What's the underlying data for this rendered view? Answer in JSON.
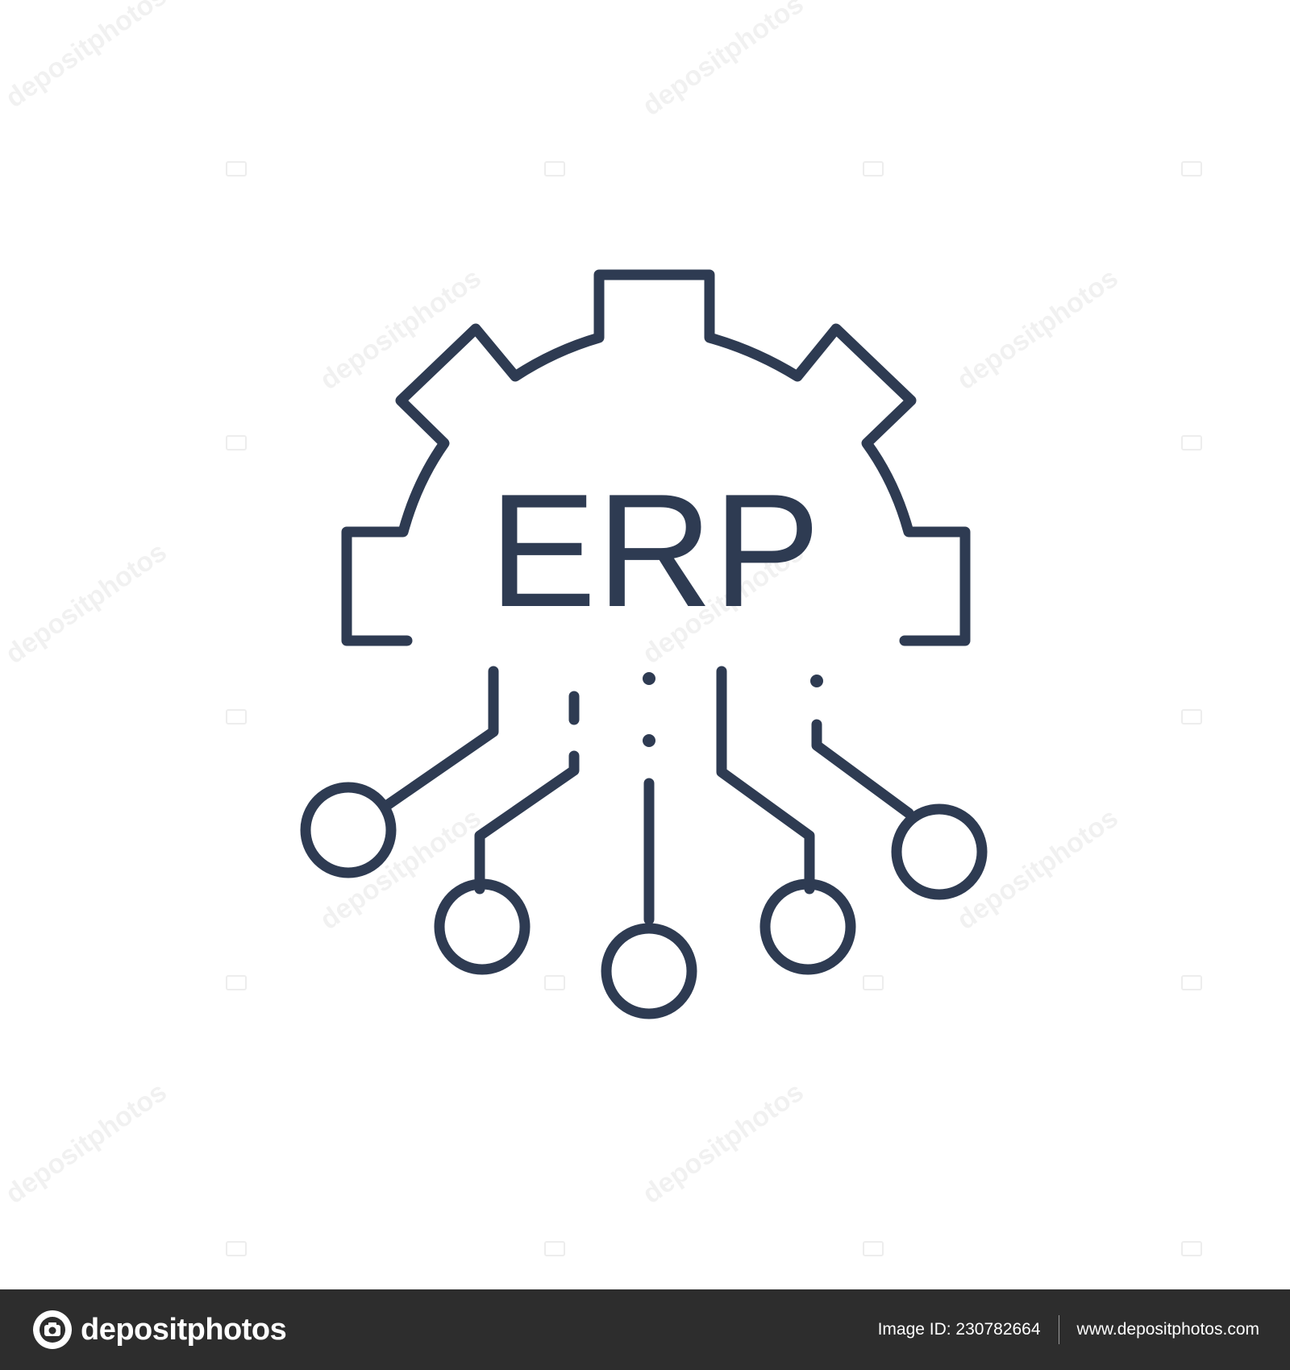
{
  "icon": {
    "label": "ERP",
    "stroke_color": "#2e3b52",
    "icon_name": "gear-circuit-icon"
  },
  "watermark": {
    "text": "depositphotos"
  },
  "footer": {
    "brand_name": "depositphotos",
    "logo_icon": "depositphotos-logo-icon",
    "image_id": "Image ID: 230782664",
    "website": "www.depositphotos.com",
    "background_color": "#2d2d2d"
  }
}
